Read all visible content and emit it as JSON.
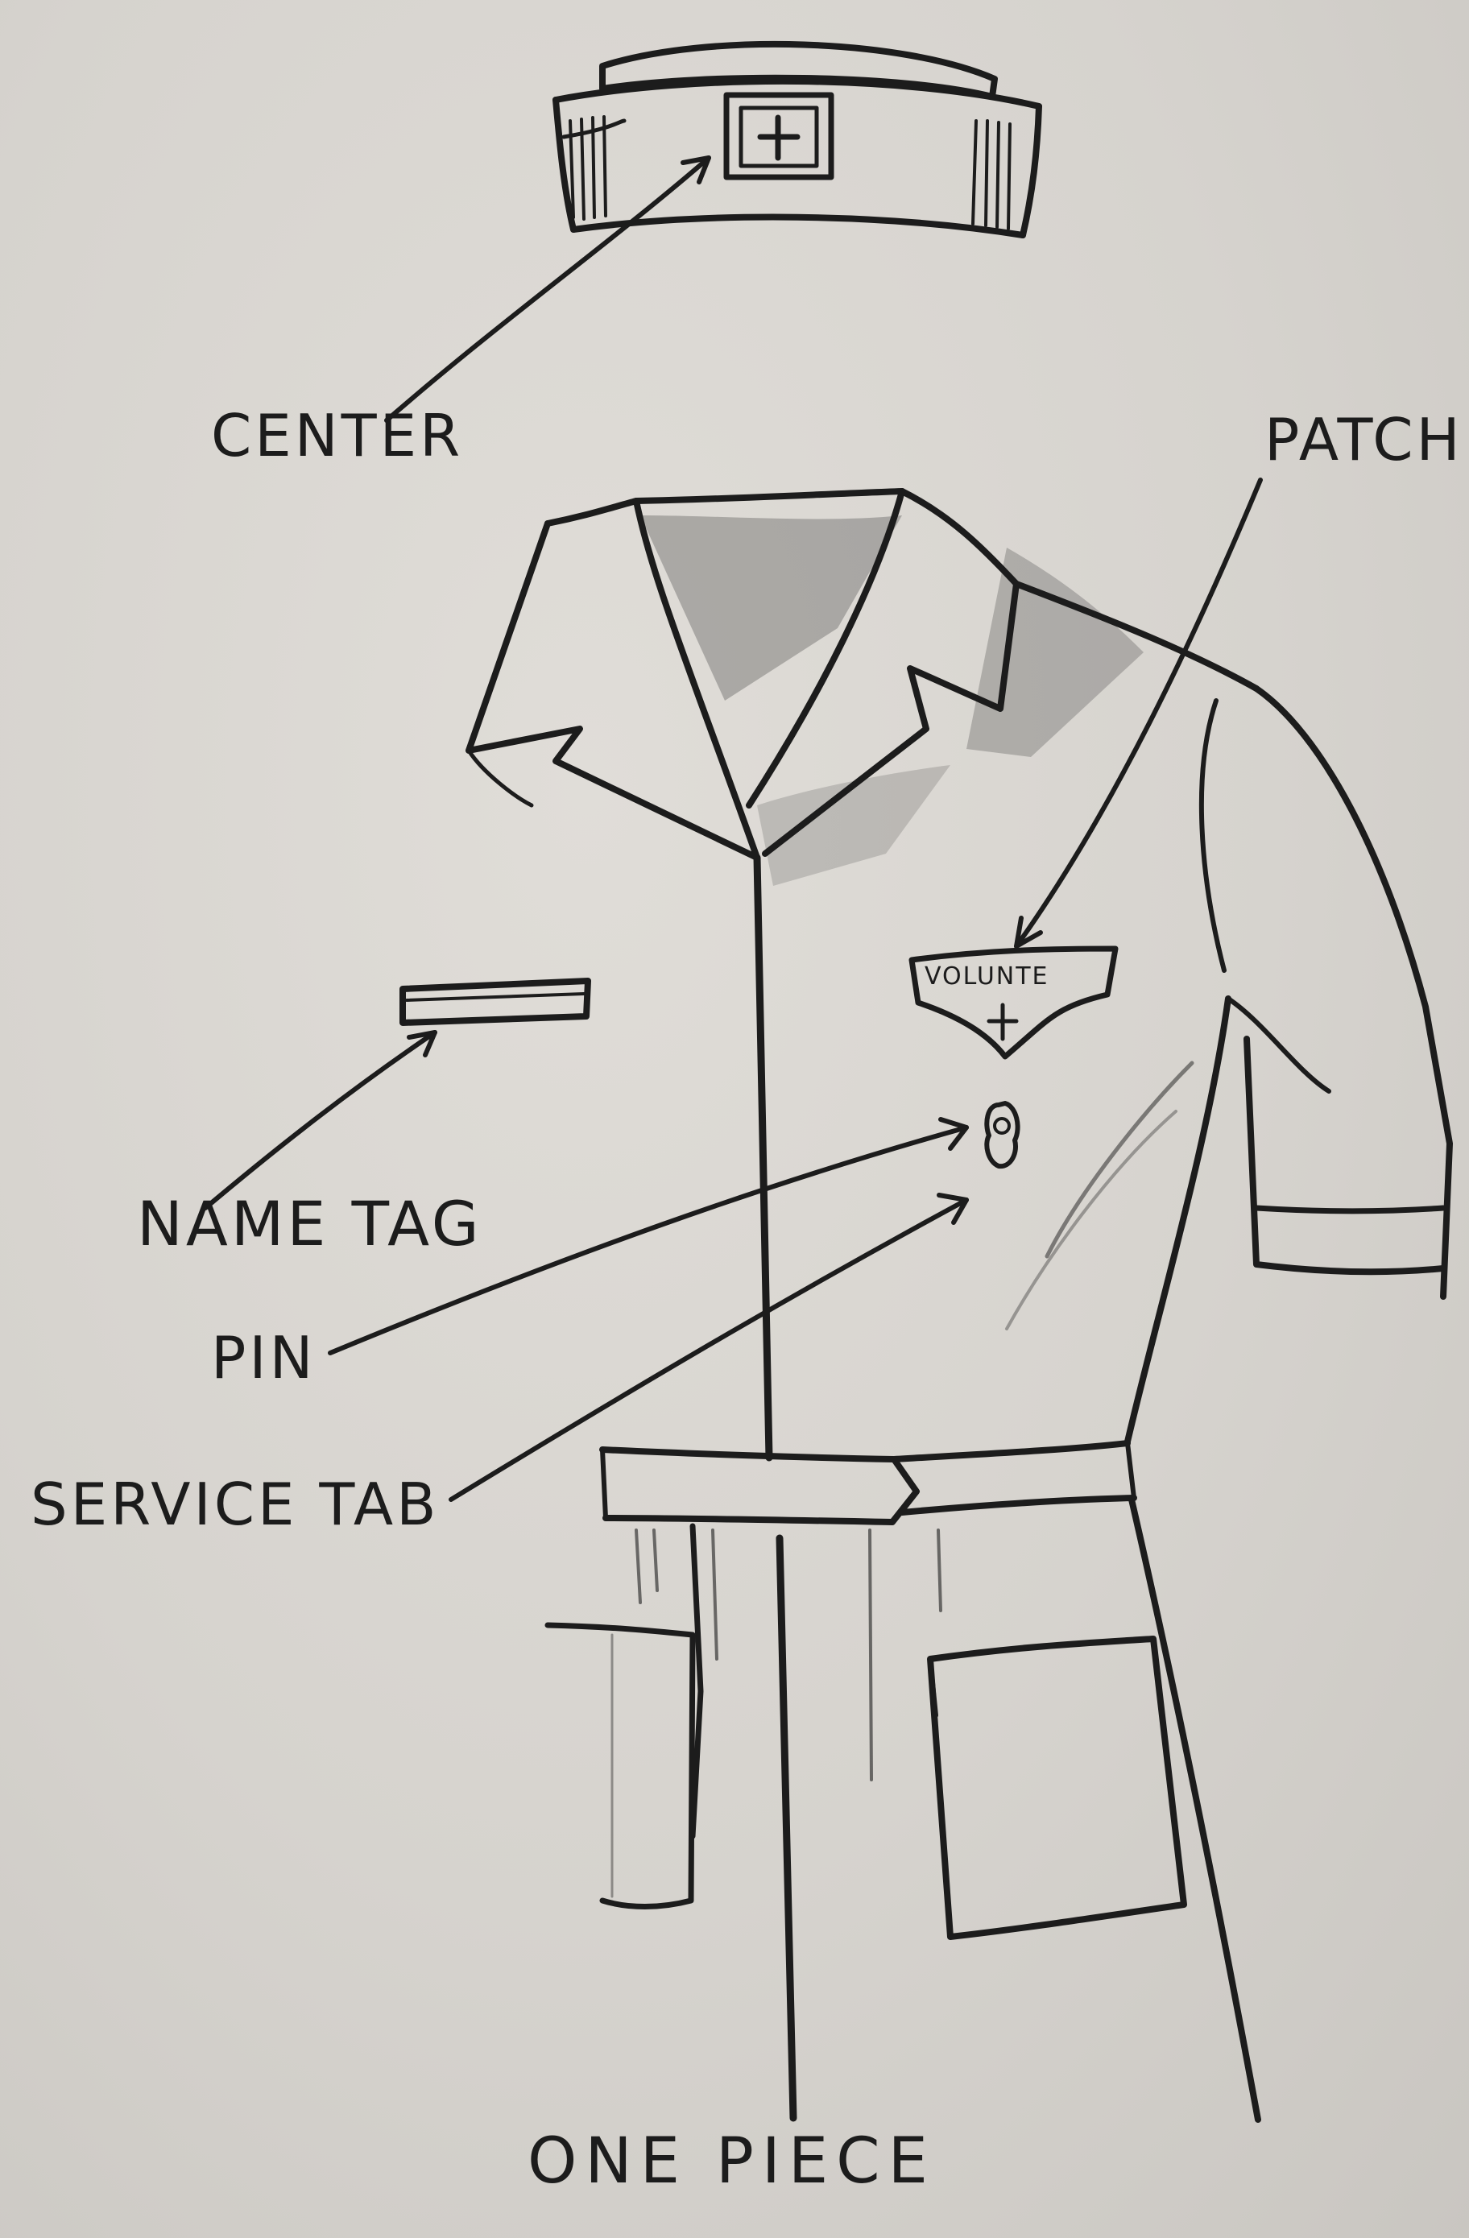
{
  "labels": {
    "center": "CENTER",
    "patch": "PATCH",
    "name_tag": "NAME TAG",
    "pin": "PIN",
    "service_tab": "SERVICE TAB"
  },
  "badge": {
    "text": "VOLUNTE"
  },
  "caption": "ONE PIECE",
  "colors": {
    "ink": "#1c1c1c",
    "paper": "#d8d5d0"
  }
}
